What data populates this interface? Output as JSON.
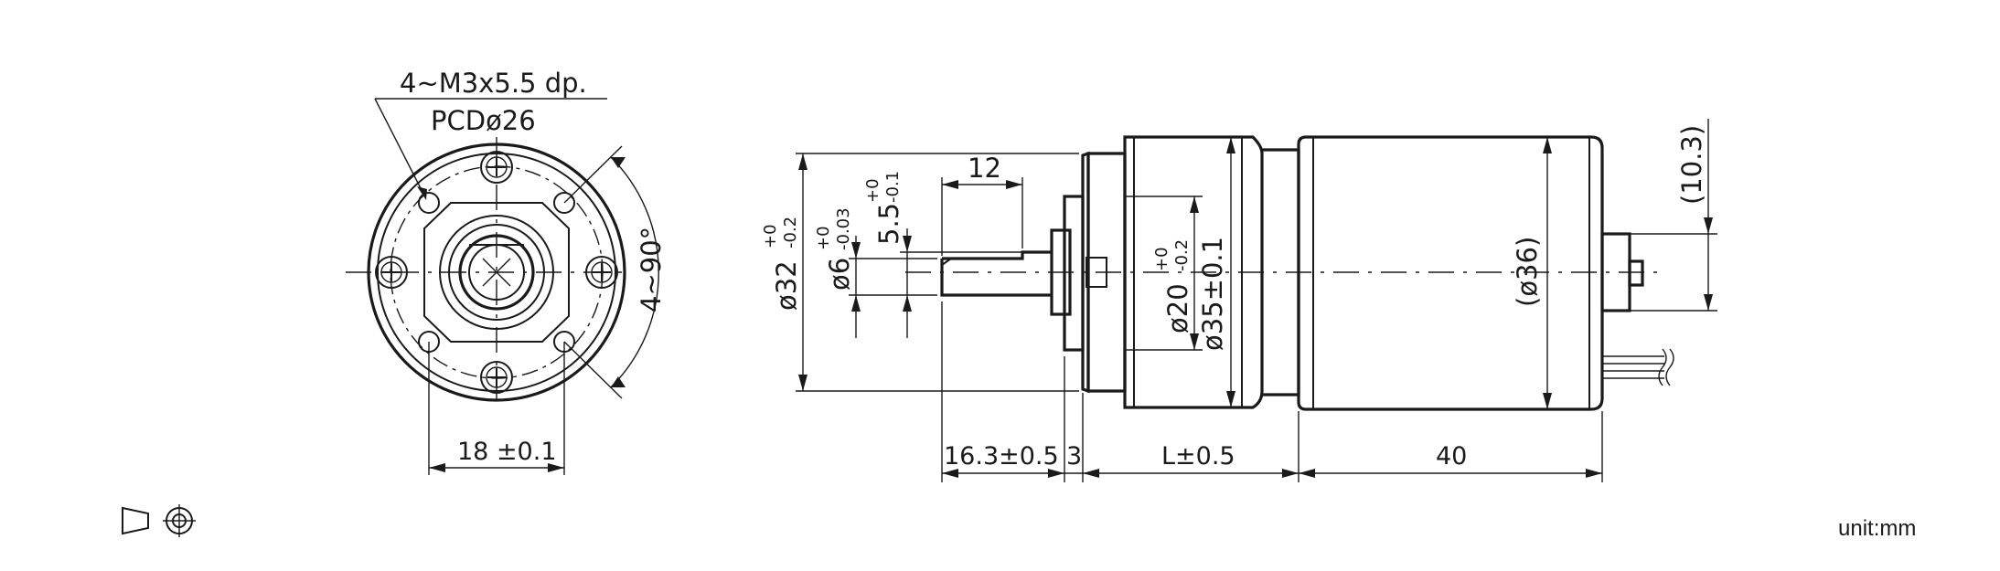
{
  "drawing": {
    "units": "unit:mm",
    "front_view": {
      "hole_callout": "4~M3x5.5 dp.",
      "pcd": "PCDø26",
      "angle": "4~90°",
      "width_dim": "18 ±0.1"
    },
    "side_view": {
      "shaft_length": "12",
      "flat_dim_main": "5.5",
      "flat_dim_tol_upper": "+0",
      "flat_dim_tol_lower": "-0.1",
      "shaft_dia_main": "ø6",
      "shaft_dia_tol_upper": "+0",
      "shaft_dia_tol_lower": "-0.03",
      "body_dia_main": "ø32",
      "body_dia_tol_upper": "+0",
      "body_dia_tol_lower": "-0.2",
      "pilot_dia_main": "ø20",
      "pilot_dia_tol_upper": "+0",
      "pilot_dia_tol_lower": "-0.2",
      "gearbox_dia": "ø35±0.1",
      "motor_dia": "(ø36)",
      "terminal_offset": "(10.3)",
      "shaft_extension": "16.3±0.5",
      "flange_thickness": "3",
      "gearbox_length": "L±0.5",
      "motor_length": "40"
    }
  }
}
